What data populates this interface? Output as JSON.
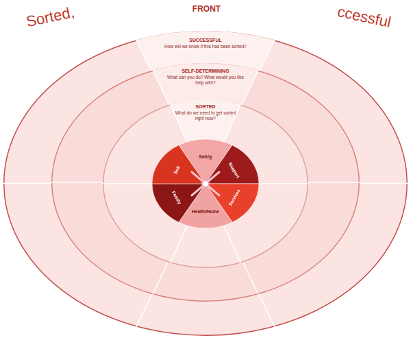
{
  "diagram": {
    "title": "FRONT",
    "nodes": [
      {
        "text": [
          "SUCCESSFUL",
          "How will we know if this has been sorted?"
        ]
      },
      {
        "text": [
          "SELF-DETERMINING",
          "What can you do? What would you like help with?"
        ],
        "in": 0
      },
      {
        "text": [
          "SORTED",
          "What do we need to get sorted right now?"
        ],
        "in": 1
      },
      {
        "text": [
          "Safety"
        ],
        "in": 2
      },
      {
        "text": [
          "Support"
        ],
        "in": 2
      },
      {
        "text": [
          "Services"
        ],
        "in": 2
      },
      {
        "text": [
          "Health/Home"
        ],
        "in": 2
      },
      {
        "text": [
          "Family"
        ],
        "in": 2
      },
      {
        "text": [
          "Self"
        ],
        "in": 2
      }
    ],
    "labels": [
      "Sorted,",
      "ccessful"
    ]
  }
}
